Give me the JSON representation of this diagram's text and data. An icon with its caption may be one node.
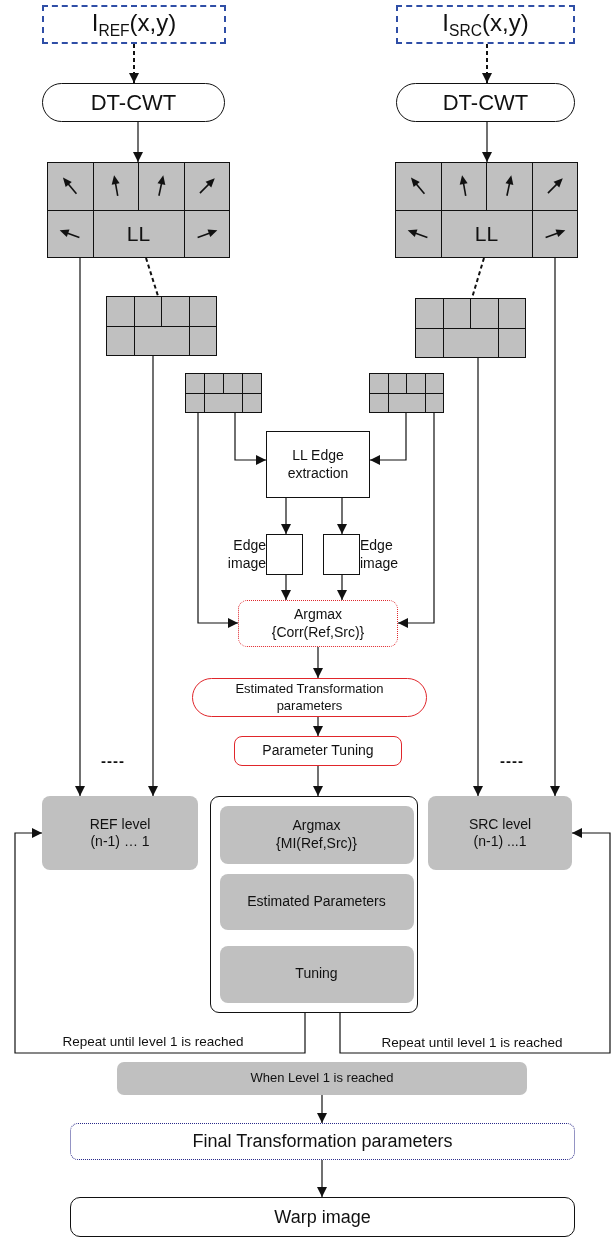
{
  "diagram": {
    "nodes": [
      {
        "text": [
          "I$_{REF}$(x,y)"
        ]
      },
      {
        "text": [
          "I$_{SRC}$(x,y)"
        ]
      },
      {
        "text": [
          "DT-CWT"
        ]
      },
      {
        "text": [
          "DT-CWT"
        ]
      },
      {
        "text": [
          "LL"
        ]
      },
      {
        "text": [
          "LL"
        ]
      },
      {
        "text": [],
        "shape": "grid"
      },
      {
        "text": [],
        "shape": "grid"
      },
      {
        "text": [],
        "shape": "grid"
      },
      {
        "text": [],
        "shape": "grid"
      },
      {
        "text": [
          "LL Edge extraction"
        ]
      },
      {
        "text": [],
        "shape": "box",
        "beside": [
          "Edge image"
        ]
      },
      {
        "text": [],
        "shape": "box",
        "beside": [
          "Edge image"
        ]
      },
      {
        "text": [
          "Argmax {Corr(Ref,Src)}"
        ]
      },
      {
        "text": [
          "Estimated Transformation parameters"
        ]
      },
      {
        "text": [
          "Parameter Tuning"
        ]
      },
      {
        "text": [
          "REF level (n-1) … 1"
        ]
      },
      {
        "text": [],
        "shape": "box"
      },
      {
        "text": [
          "Argmax {MI(Ref,Src)}"
        ],
        "in": 17
      },
      {
        "text": [
          "Estimated Parameters"
        ],
        "in": 17
      },
      {
        "text": [
          "Tuning"
        ],
        "in": 17
      },
      {
        "text": [
          "SRC level (n-1) ...1"
        ]
      },
      {
        "text": [
          "When Level 1 is reached"
        ]
      },
      {
        "text": [
          "Final Transformation parameters"
        ]
      },
      {
        "text": [
          "Warp image"
        ]
      }
    ],
    "edges": [
      {
        "from": 0,
        "to": 2,
        "arrow": "to",
        "style": "dashed"
      },
      {
        "from": 1,
        "to": 3,
        "arrow": "to",
        "style": "dashed"
      },
      {
        "from": 2,
        "to": 4,
        "arrow": "to"
      },
      {
        "from": 3,
        "to": 5,
        "arrow": "to"
      },
      {
        "from": 4,
        "to": 6,
        "arrow": "none",
        "style": "dashed"
      },
      {
        "from": 5,
        "to": 7,
        "arrow": "none",
        "style": "dashed"
      },
      {
        "from": 4,
        "to": 16,
        "arrow": "to"
      },
      {
        "from": 6,
        "to": 16,
        "arrow": "to"
      },
      {
        "from": 7,
        "to": 21,
        "arrow": "to"
      },
      {
        "from": 5,
        "to": 21,
        "arrow": "to"
      },
      {
        "from": 8,
        "to": 10,
        "arrow": "to"
      },
      {
        "from": 9,
        "to": 10,
        "arrow": "to"
      },
      {
        "from": 8,
        "to": 13,
        "arrow": "to"
      },
      {
        "from": 9,
        "to": 13,
        "arrow": "to"
      },
      {
        "from": 10,
        "to": 11,
        "arrow": "to"
      },
      {
        "from": 10,
        "to": 12,
        "arrow": "to"
      },
      {
        "from": 11,
        "to": 13,
        "arrow": "to"
      },
      {
        "from": 12,
        "to": 13,
        "arrow": "to"
      },
      {
        "from": 13,
        "to": 14,
        "arrow": "to"
      },
      {
        "from": 14,
        "to": 15,
        "arrow": "to"
      },
      {
        "from": 15,
        "to": 17,
        "arrow": "to"
      },
      {
        "from": 17,
        "to": 16,
        "arrow": "to",
        "label": "Repeat until level 1 is reached"
      },
      {
        "from": 17,
        "to": 21,
        "arrow": "to",
        "label": "Repeat until level 1 is reached"
      },
      {
        "from": 22,
        "to": 23,
        "arrow": "to"
      },
      {
        "from": 23,
        "to": 24,
        "arrow": "to"
      }
    ],
    "labels": [
      "----",
      "----"
    ]
  }
}
